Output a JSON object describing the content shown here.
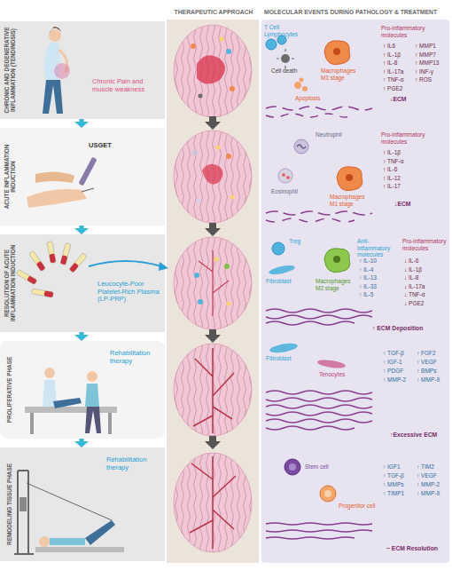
{
  "diagram": {
    "nodes": [
      {
        "text": [
          "CHRONIC AND DEGENERATIVE INFLAMMATION (TENDINOSIS)",
          "Chronic Pain and muscle weakness"
        ]
      },
      {
        "text": [
          "ACUTE INFLAMMATION INDUCTION",
          "USGET"
        ]
      },
      {
        "text": [
          "RESOLUTION OF ACUTE INFLAMMATION INDUCTION",
          "Leucocyte-Poor Platelet-Rich Plasma (LP-PRP)"
        ]
      },
      {
        "text": [
          "PROLIFERATIVE PHASE",
          "Rehabilitation therapy"
        ]
      },
      {
        "text": [
          "REMODELING TISSUE PHASE",
          "Rehabilitation therapy"
        ]
      }
    ],
    "edges": [
      {
        "from": 0,
        "to": 1,
        "arrow": "to"
      },
      {
        "from": 1,
        "to": 2,
        "arrow": "to"
      },
      {
        "from": 2,
        "to": 3,
        "arrow": "to"
      },
      {
        "from": 3,
        "to": 4,
        "arrow": "to"
      }
    ],
    "labels": [
      "THERAPEUTIC APPROACH",
      "MOLECULAR EVENTS DURING PATHOLOGY & TREATMENT",
      "T Cell Lymphocytes",
      "Cell death",
      "Macrophages M1 stage",
      "Apoptosis",
      "Pro-inflammatory molecules",
      "↑ IL6",
      "↑ IL-1β",
      "↑ IL-8",
      "↑ IL-17a",
      "↑ TNF-α",
      "↑ PGE2",
      "↑ MMP1",
      "↑ MMP7",
      "↑ MMP13",
      "↑ INF-γ",
      "↑ ROS",
      "↓ECM",
      "Neutrophil",
      "Eosinophil",
      "Macrophages M1 stage",
      "Pro-inflammatory molecules",
      "↑ IL-1β",
      "↑ TNF-α",
      "↑ IL-6",
      "↑ IL-12",
      "↑ IL-17",
      "↓ECM",
      "Treg",
      "Fibroblast",
      "Macrophages M2 stage",
      "Anti-inflammatory molecules",
      "↑ IL-10",
      "↑ IL-4",
      "↑ IL-13",
      "↑ IL-33",
      "↑ IL-5",
      "Pro-inflammatory molecules",
      "↓ IL-6",
      "↓ IL-1β",
      "↓ IL-8",
      "↓ IL-17a",
      "↓ TNF-α",
      "↓ PGE2",
      "↑ ECM Deposition",
      "Fibroblast",
      "Tenocytes",
      "↑ TGF-β",
      "↑ IGF-1",
      "↑ PDGF",
      "↑ MMP-2",
      "↑ FGF2",
      "↑ VEGF",
      "↑ BMPs",
      "↑ MMP-9",
      "↑Excessive ECM",
      "Stem cell",
      "Progenitor cell",
      "↑ IGF1",
      "↑ TGF-β",
      "↑ MMPs",
      "↑ TIMP1",
      "↑ TIM2",
      "↑ VEGF",
      "↑ MMP-2",
      "↑ MMP-9",
      "~ ECM Resolution"
    ]
  }
}
